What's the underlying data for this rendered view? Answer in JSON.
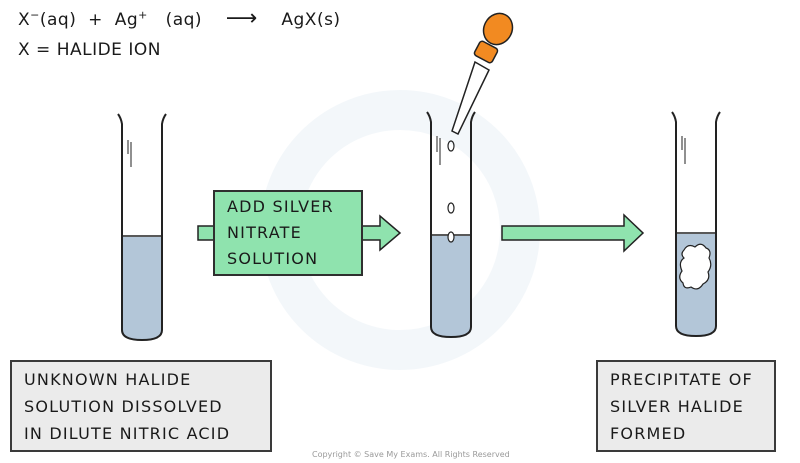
{
  "equation": {
    "halide_ion": "X",
    "halide_charge": "−",
    "halide_state": "(aq)",
    "plus": "+",
    "silver_ion": "Ag",
    "silver_charge": "+",
    "silver_state": "(aq)",
    "arrow": "⟶",
    "product": "AgX(s)"
  },
  "definition": "X = HALIDE  ION",
  "step_box": {
    "lines": [
      "ADD  SILVER",
      "NITRATE",
      "SOLUTION"
    ]
  },
  "left_box": {
    "lines": [
      "UNKNOWN  HALIDE",
      "SOLUTION  DISSOLVED",
      "IN  DILUTE  NITRIC  ACID"
    ]
  },
  "right_box": {
    "lines": [
      "PRECIPITATE  OF",
      "SILVER  HALIDE",
      "FORMED"
    ]
  },
  "copyright": "Copyright © Save My Exams. All Rights Reserved",
  "colors": {
    "liquid": "#b3c6d8",
    "arrow_fill": "#8fe3ae",
    "dropper_bulb": "#f28a21",
    "box_fill": "#ebebeb"
  }
}
